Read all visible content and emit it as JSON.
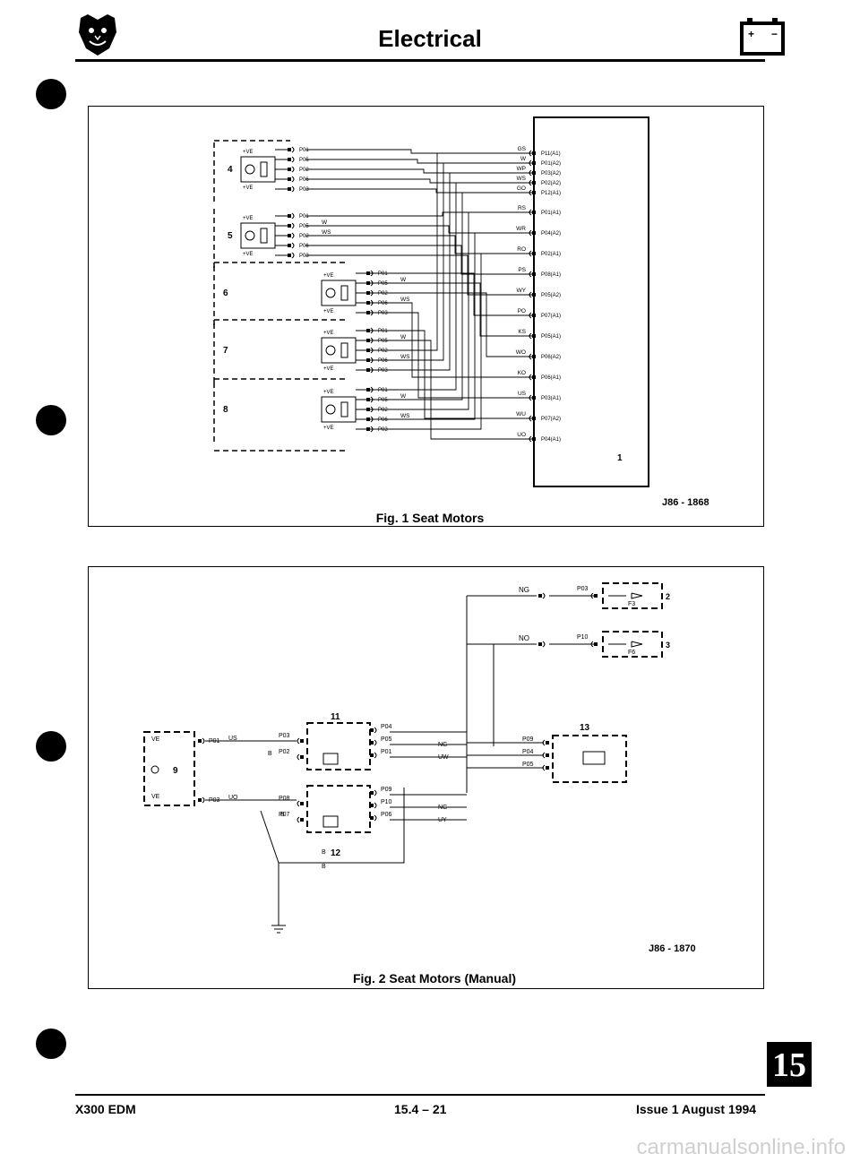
{
  "header": {
    "title": "Electrical"
  },
  "figure1": {
    "caption": "Fig. 1 Seat Motors",
    "ref": "J86 - 1868",
    "ecu_label": "1",
    "ecu_pins": [
      "P11(A1)",
      "P01(A2)",
      "P03(A2)",
      "P02(A2)",
      "P12(A1)",
      "P01(A1)",
      "P04(A2)",
      "P02(A1)",
      "P08(A1)",
      "P05(A2)",
      "P07(A1)",
      "P05(A1)",
      "P06(A2)",
      "P06(A1)",
      "P03(A1)",
      "P07(A2)",
      "P04(A1)"
    ],
    "wire_colors": [
      "GS",
      "W",
      "WP",
      "WS",
      "GO",
      "RS",
      "WR",
      "RO",
      "PS",
      "WY",
      "PO",
      "KS",
      "WO",
      "KO",
      "US",
      "WU",
      "UO"
    ],
    "motors": [
      {
        "id": "4",
        "pins": [
          "P01",
          "P05",
          "P02",
          "P06",
          "P03"
        ],
        "wires": [
          "",
          "",
          "",
          "",
          ""
        ]
      },
      {
        "id": "5",
        "pins": [
          "P01",
          "P05",
          "P02",
          "P06",
          "P03"
        ],
        "wires": [
          "",
          "W",
          "WS",
          "",
          ""
        ]
      },
      {
        "id": "6",
        "pins": [
          "P01",
          "P05",
          "P02",
          "P06",
          "P03"
        ],
        "wires": [
          "",
          "W",
          "",
          "WS",
          ""
        ]
      },
      {
        "id": "7",
        "pins": [
          "P01",
          "P05",
          "P02",
          "P06",
          "P03"
        ],
        "wires": [
          "",
          "W",
          "",
          "WS",
          ""
        ]
      },
      {
        "id": "8",
        "pins": [
          "P01",
          "P05",
          "P02",
          "P06",
          "P03"
        ],
        "wires": [
          "",
          "W",
          "",
          "WS",
          ""
        ]
      }
    ],
    "ve_label": "+VE"
  },
  "figure2": {
    "caption": "Fig. 2 Seat Motors (Manual)",
    "ref": "J86 - 1870",
    "fuses": [
      {
        "id": "2",
        "fuse": "F3",
        "pin": "P03",
        "wire": "NG"
      },
      {
        "id": "3",
        "fuse": "F6",
        "pin": "P10",
        "wire": "NO"
      }
    ],
    "motor": {
      "id": "9",
      "pins": [
        "P01",
        "P03"
      ],
      "wires": [
        "US",
        "UO"
      ]
    },
    "switch11": {
      "id": "11",
      "in_pins": [
        "P03",
        "P02"
      ],
      "out_pins": [
        "P04",
        "P05",
        "P01"
      ],
      "out_wires": [
        "NG",
        "UW"
      ]
    },
    "switch12": {
      "id": "12",
      "in_pins": [
        "P08",
        "P07"
      ],
      "out_pins": [
        "P09",
        "P10",
        "P06"
      ],
      "out_wires": [
        "NG",
        "UY"
      ]
    },
    "relay13": {
      "id": "13",
      "pins": [
        "P09",
        "P04",
        "P05"
      ]
    },
    "ground_wires": [
      "B",
      "B",
      "B",
      "B"
    ]
  },
  "footer": {
    "left": "X300 EDM",
    "center": "15.4 – 21",
    "right": "Issue 1 August 1994"
  },
  "section_tab": "15",
  "watermark": "carmanualsonline.info",
  "icons": {
    "logo": "jaguar-head-logo",
    "battery": "battery-icon"
  }
}
